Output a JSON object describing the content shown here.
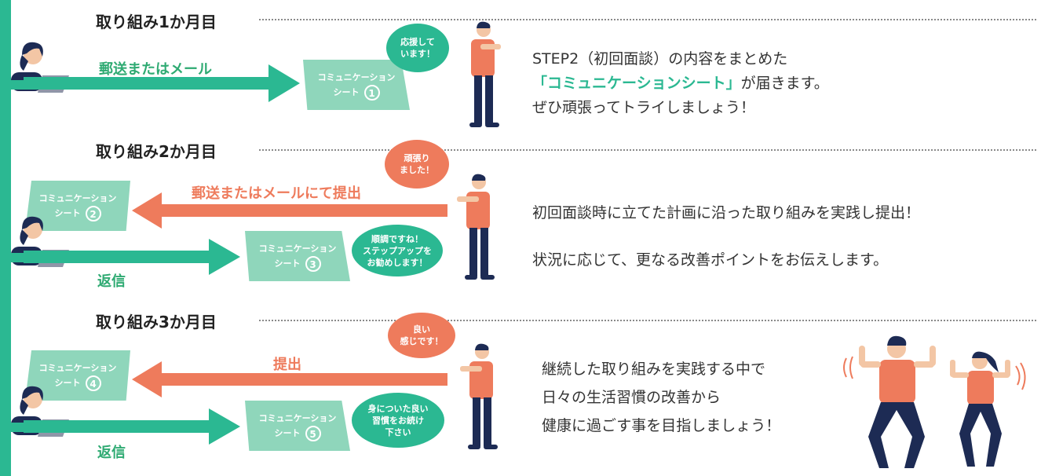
{
  "colors": {
    "green": "#2bb892",
    "card": "#8fd6bb",
    "orange": "#ee7b5c",
    "navy": "#1d2b54"
  },
  "months": [
    {
      "title": "取り組み1か月目",
      "arrow_out_label": "郵送またはメール",
      "card_label": "コミュニケーション\nシート",
      "card_num": "1",
      "bubble": "応援して\nいます！",
      "desc_lines": [
        "STEP2（初回面談）の内容をまとめた",
        "が届きます。",
        "ぜひ頑張ってトライしましょう！"
      ],
      "desc_highlight": "「コミュニケーションシート」"
    },
    {
      "title": "取り組み2か月目",
      "arrow_back_label": "郵送またはメールにて提出",
      "card_in_label": "コミュニケーション\nシート",
      "card_in_num": "2",
      "reply_label": "返信",
      "card_out_label": "コミュニケーション\nシート",
      "card_out_num": "3",
      "bubble_person": "頑張り\nました！",
      "bubble_staff": "順調ですね！\nステップアップを\nお勧めします！",
      "desc_lines": [
        "初回面談時に立てた計画に沿った取り組みを実践し提出！",
        "状況に応じて、更なる改善ポイントをお伝えします。"
      ]
    },
    {
      "title": "取り組み3か月目",
      "arrow_back_label": "提出",
      "card_in_label": "コミュニケーション\nシート",
      "card_in_num": "4",
      "reply_label": "返信",
      "card_out_label": "コミュニケーション\nシート",
      "card_out_num": "5",
      "bubble_person": "良い\n感じです！",
      "bubble_staff": "身についた良い\n習慣をお続け\n下さい",
      "desc_lines": [
        "継続した取り組みを実践する中で",
        "日々の生活習慣の改善から",
        "健康に過ごす事を目指しましょう！"
      ]
    }
  ]
}
